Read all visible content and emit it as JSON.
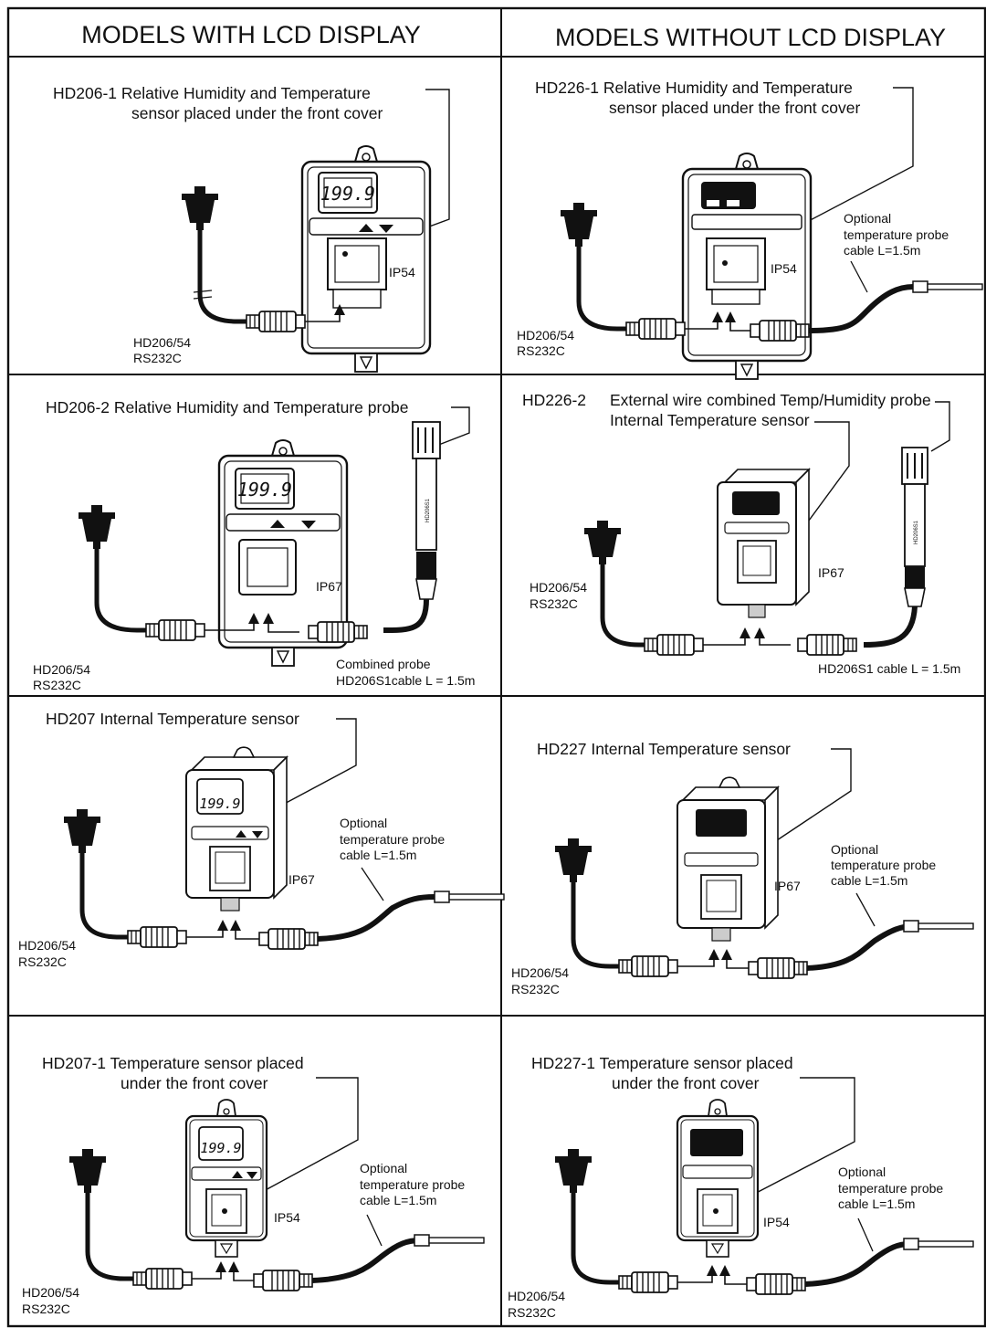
{
  "header": {
    "left_title": "MODELS WITH LCD DISPLAY",
    "right_title": "MODELS WITHOUT LCD DISPLAY"
  },
  "common": {
    "connector_model": "HD206/54",
    "connector_std": "RS232C",
    "lcd_reading": "199.9",
    "opt_probe_1": "Optional",
    "opt_probe_2": "temperature probe",
    "opt_probe_3": "cable L=1.5m"
  },
  "panels": {
    "p1": {
      "cap1": "HD206-1 Relative Humidity and Temperature",
      "cap2": "sensor placed under the front cover",
      "ip": "IP54"
    },
    "p2": {
      "cap1": "HD226-1 Relative Humidity and Temperature",
      "cap2": "sensor placed under the front cover",
      "ip": "IP54"
    },
    "p3": {
      "cap1": "HD206-2 Relative Humidity and Temperature probe",
      "ip": "IP67",
      "probe_label_1": "Combined probe",
      "probe_label_2": "HD206S1cable L = 1.5m",
      "probe_body": "HD206S1"
    },
    "p4": {
      "cap_a": "HD226-2",
      "cap1": "External wire combined Temp/Humidity probe",
      "cap2": "Internal Temperature sensor",
      "ip": "IP67",
      "probe_label": "HD206S1 cable L = 1.5m",
      "probe_body": "HD206S1"
    },
    "p5": {
      "cap1": "HD207 Internal Temperature sensor",
      "ip": "IP67"
    },
    "p6": {
      "cap1": "HD227 Internal Temperature sensor",
      "ip": "IP67"
    },
    "p7": {
      "cap1": "HD207-1 Temperature sensor placed",
      "cap2": "under the front cover",
      "ip": "IP54"
    },
    "p8": {
      "cap1": "HD227-1 Temperature sensor placed",
      "cap2": "under the front cover",
      "ip": "IP54"
    }
  }
}
